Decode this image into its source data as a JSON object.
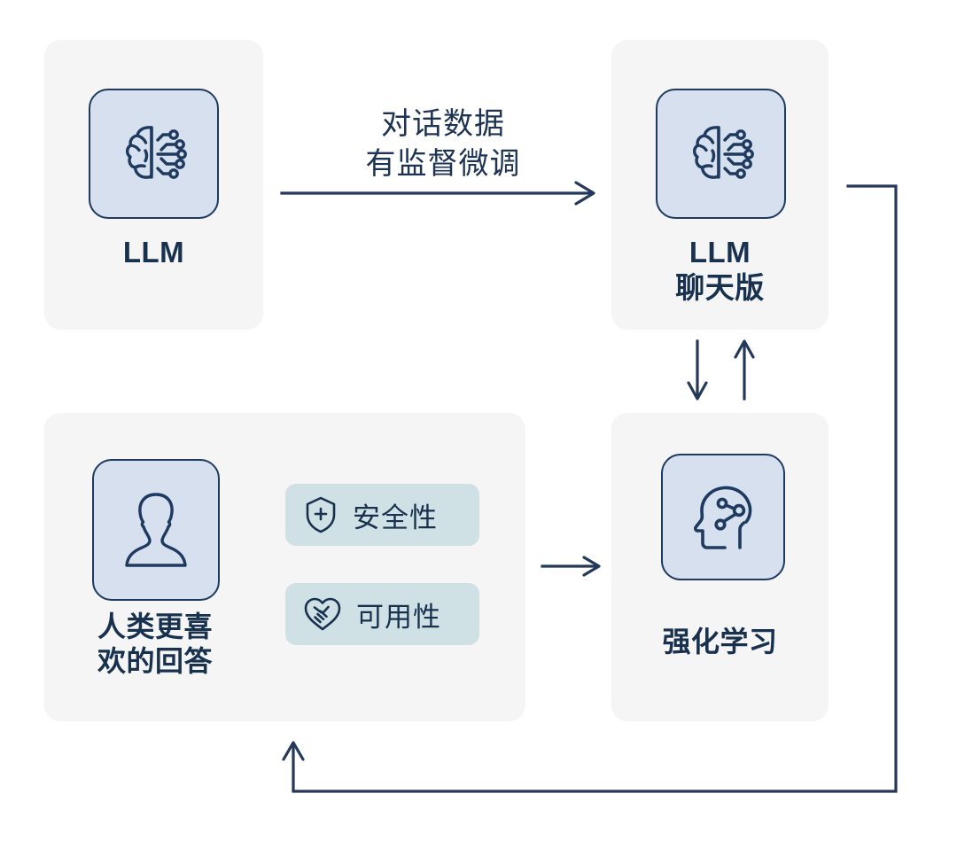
{
  "diagram": {
    "title": "LLM RLHF training loop",
    "colors": {
      "card_bg": "#f5f5f5",
      "tile_bg": "#d6e0ee",
      "chip_bg": "#cfe1e5",
      "ink": "#17314f",
      "line": "#24395a",
      "page_bg": "#ffffff"
    },
    "nodes": {
      "llm": {
        "label": "LLM",
        "icon": "brain-circuit-icon"
      },
      "llm_chat": {
        "label_line1": "LLM",
        "label_line2": "聊天版",
        "icon": "brain-circuit-icon"
      },
      "human_pref": {
        "label_line1": "人类更喜",
        "label_line2": "欢的回答",
        "icon": "person-bust-icon",
        "chips": [
          {
            "text": "安全性",
            "icon": "shield-plus-icon"
          },
          {
            "text": "可用性",
            "icon": "handshake-heart-icon"
          }
        ]
      },
      "rl": {
        "label": "强化学习",
        "icon": "head-network-icon"
      }
    },
    "edges": {
      "sft": {
        "label_line1": "对话数据",
        "label_line2": "有监督微调",
        "from": "llm",
        "to": "llm_chat",
        "arrow": "right-arrow-icon"
      },
      "chat_to_rl": {
        "from": "llm_chat",
        "to": "rl",
        "arrow": "down-arrow-icon"
      },
      "rl_to_chat": {
        "from": "rl",
        "to": "llm_chat",
        "arrow": "up-arrow-icon"
      },
      "pref_to_rl": {
        "from": "human_pref",
        "to": "rl",
        "arrow": "right-arrow-icon"
      },
      "feedback_loop": {
        "from": "llm_chat",
        "to": "human_pref",
        "arrow": "up-arrow-icon"
      }
    }
  }
}
